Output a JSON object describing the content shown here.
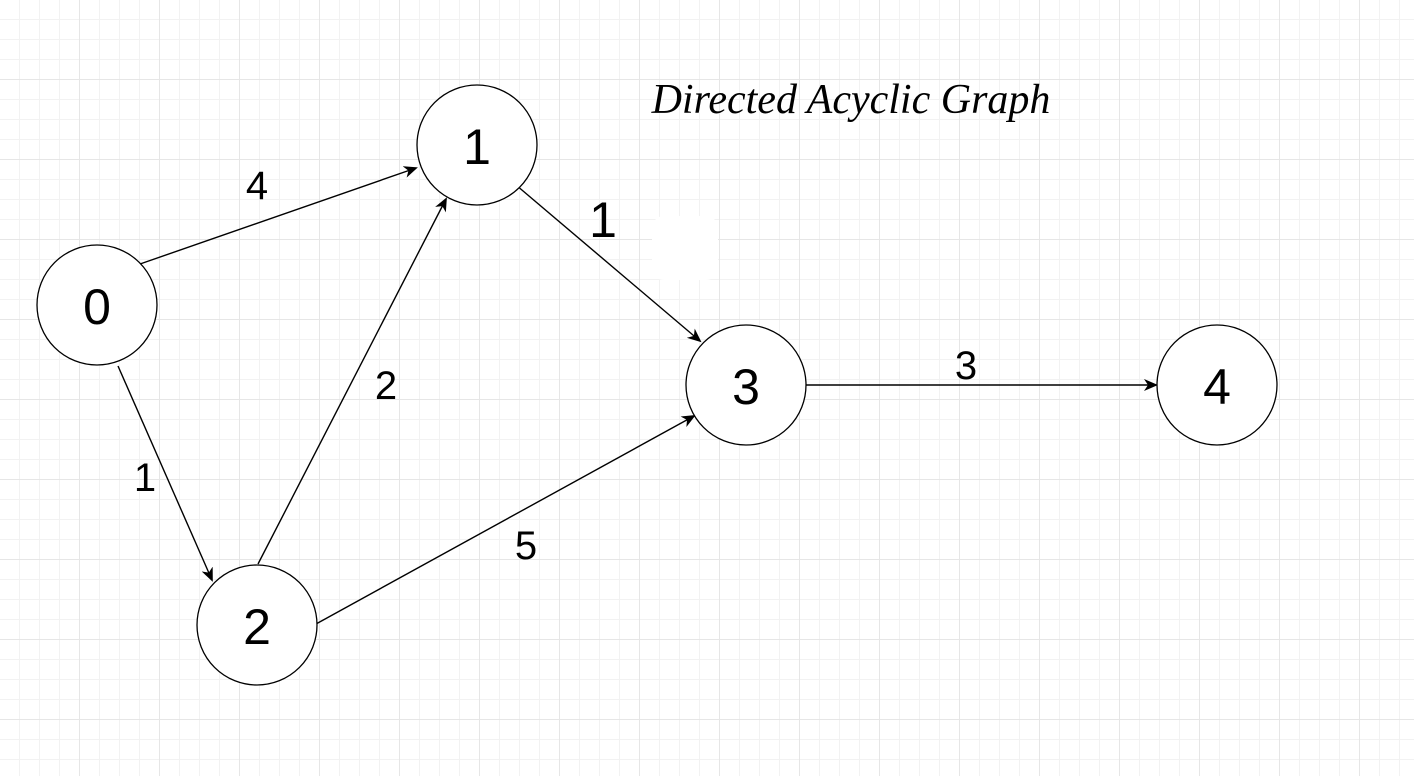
{
  "diagram": {
    "title": "Directed Acyclic Graph",
    "nodes": [
      {
        "id": "0",
        "label": "0"
      },
      {
        "id": "1",
        "label": "1"
      },
      {
        "id": "2",
        "label": "2"
      },
      {
        "id": "3",
        "label": "3"
      },
      {
        "id": "4",
        "label": "4"
      }
    ],
    "edges": [
      {
        "from": "0",
        "to": "1",
        "weight": "4"
      },
      {
        "from": "0",
        "to": "2",
        "weight": "1"
      },
      {
        "from": "2",
        "to": "1",
        "weight": "2"
      },
      {
        "from": "1",
        "to": "3",
        "weight": "1"
      },
      {
        "from": "2",
        "to": "3",
        "weight": "5"
      },
      {
        "from": "3",
        "to": "4",
        "weight": "3"
      }
    ],
    "colors": {
      "stroke": "#000000",
      "node_fill": "#ffffff",
      "grid": "#e6e6e6"
    }
  }
}
